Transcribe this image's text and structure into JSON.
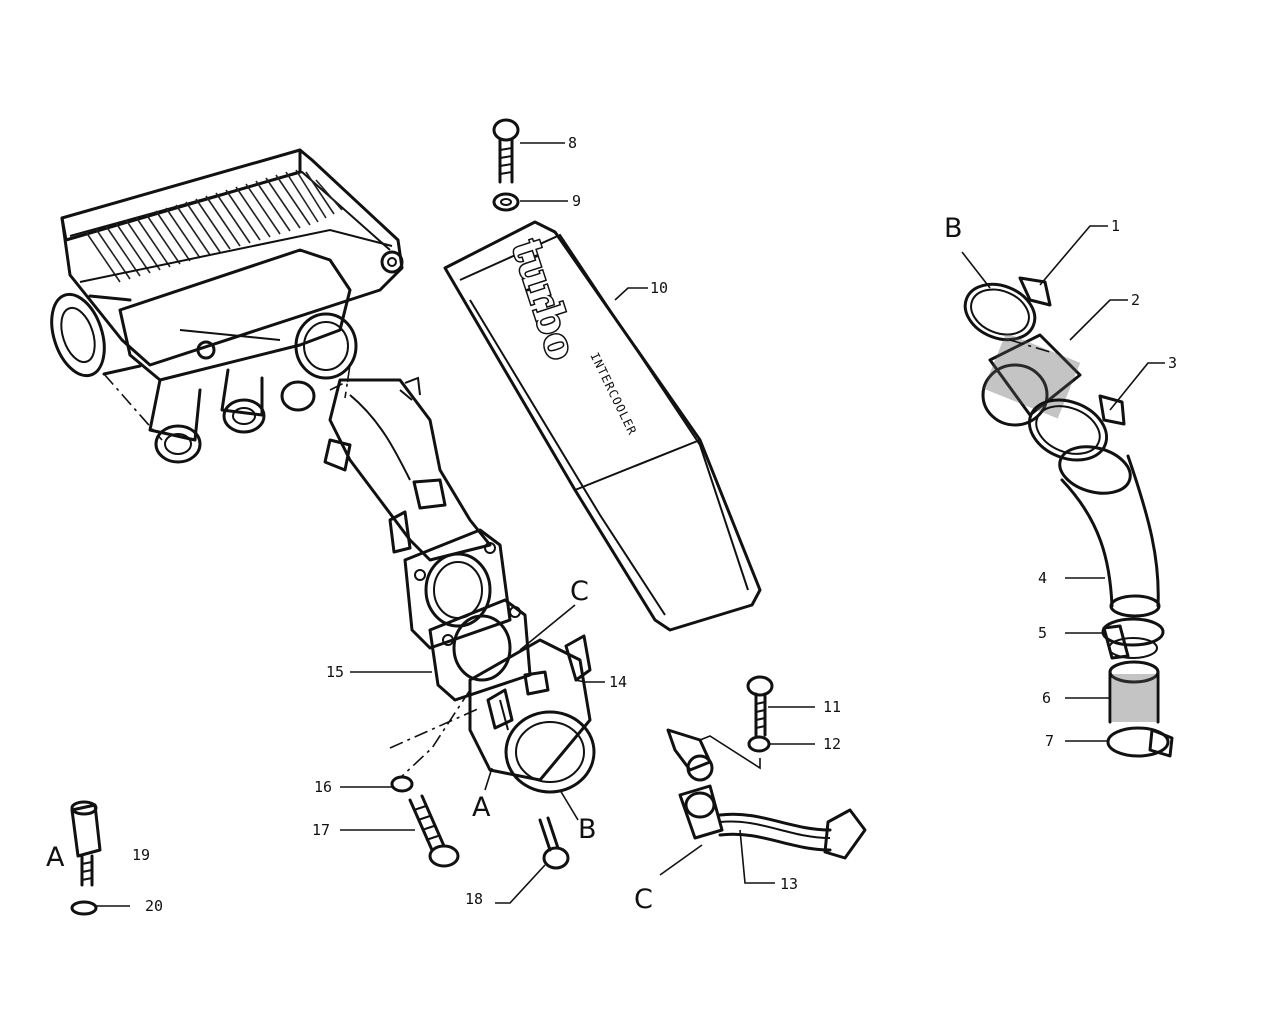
{
  "callouts": [
    {
      "id": "1",
      "label": "1"
    },
    {
      "id": "2",
      "label": "2"
    },
    {
      "id": "3",
      "label": "3"
    },
    {
      "id": "4",
      "label": "4"
    },
    {
      "id": "5",
      "label": "5"
    },
    {
      "id": "6",
      "label": "6"
    },
    {
      "id": "7",
      "label": "7"
    },
    {
      "id": "8",
      "label": "8"
    },
    {
      "id": "9",
      "label": "9"
    },
    {
      "id": "10",
      "label": "10"
    },
    {
      "id": "11",
      "label": "11"
    },
    {
      "id": "12",
      "label": "12"
    },
    {
      "id": "13",
      "label": "13"
    },
    {
      "id": "14",
      "label": "14"
    },
    {
      "id": "15",
      "label": "15"
    },
    {
      "id": "16",
      "label": "16"
    },
    {
      "id": "17",
      "label": "17"
    },
    {
      "id": "18",
      "label": "18"
    },
    {
      "id": "19",
      "label": "19"
    },
    {
      "id": "20",
      "label": "20"
    }
  ],
  "letters": [
    {
      "id": "B1",
      "label": "B"
    },
    {
      "id": "B2",
      "label": "B"
    },
    {
      "id": "A1",
      "label": "A"
    },
    {
      "id": "A2",
      "label": "A"
    },
    {
      "id": "C1",
      "label": "C"
    },
    {
      "id": "C2",
      "label": "C"
    }
  ],
  "cover_logo": {
    "main": "turbo",
    "sub": "INTERCOOLER"
  }
}
